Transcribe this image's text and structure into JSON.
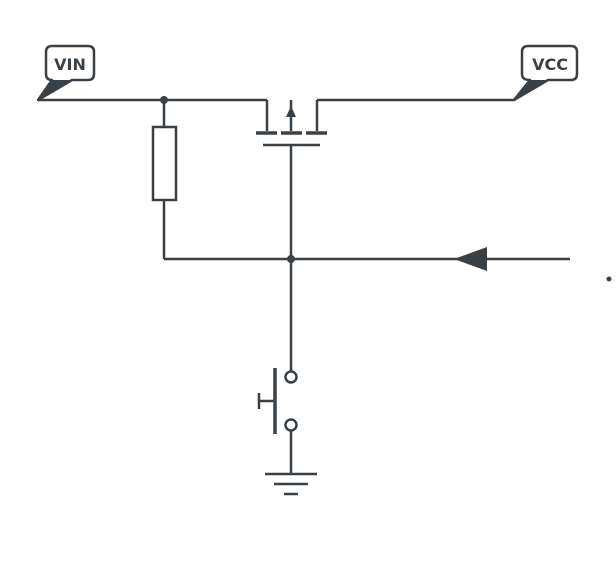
{
  "diagram": {
    "labels": {
      "vin": "VIN",
      "vcc": "VCC"
    },
    "colors": {
      "ink": "#3a4146",
      "background": "#ffffff"
    },
    "components": [
      "vin-port-label",
      "vcc-port-label",
      "resistor",
      "p-channel-mosfet",
      "push-button-switch",
      "ground-symbol",
      "input-arrow"
    ]
  }
}
